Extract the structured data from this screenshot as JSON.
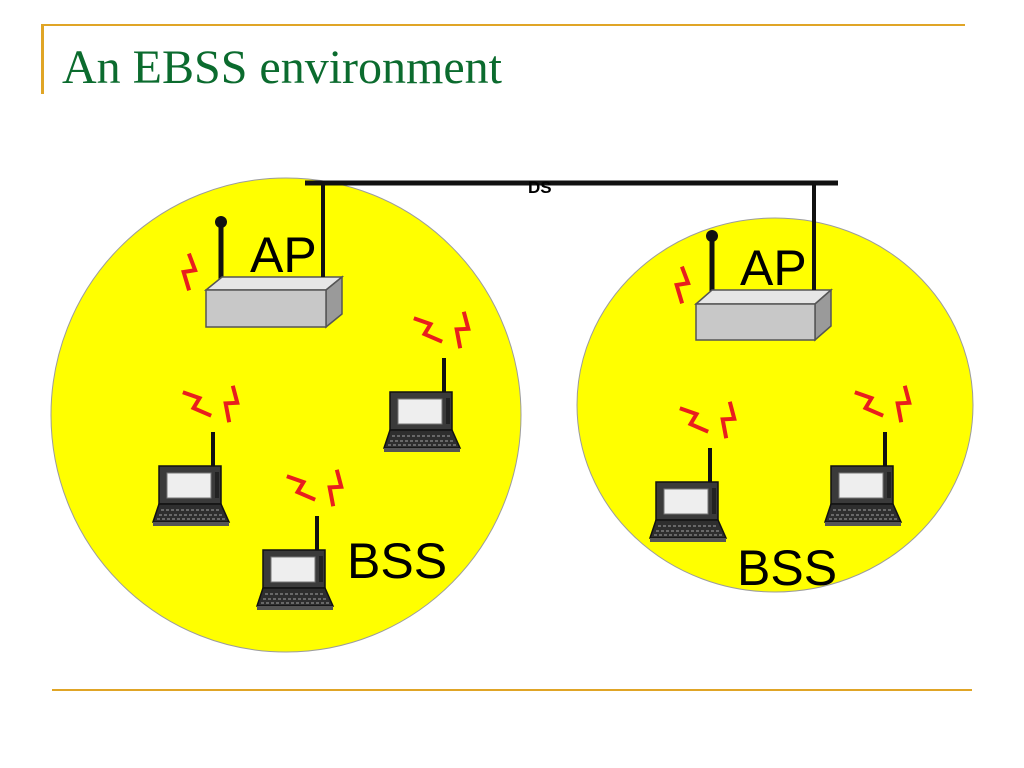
{
  "slide": {
    "title": "An EBSS environment"
  },
  "diagram": {
    "ds_label": "DS",
    "bss_left": {
      "ap_label": "AP",
      "bss_label": "BSS"
    },
    "bss_right": {
      "ap_label": "AP",
      "bss_label": "BSS"
    }
  },
  "colors": {
    "title": "#0b6b2e",
    "accent": "#e0a526",
    "bss_fill": "#ffff00",
    "ap_box": "#c8c8c8",
    "signal": "#e81e1e",
    "line": "#111111"
  }
}
